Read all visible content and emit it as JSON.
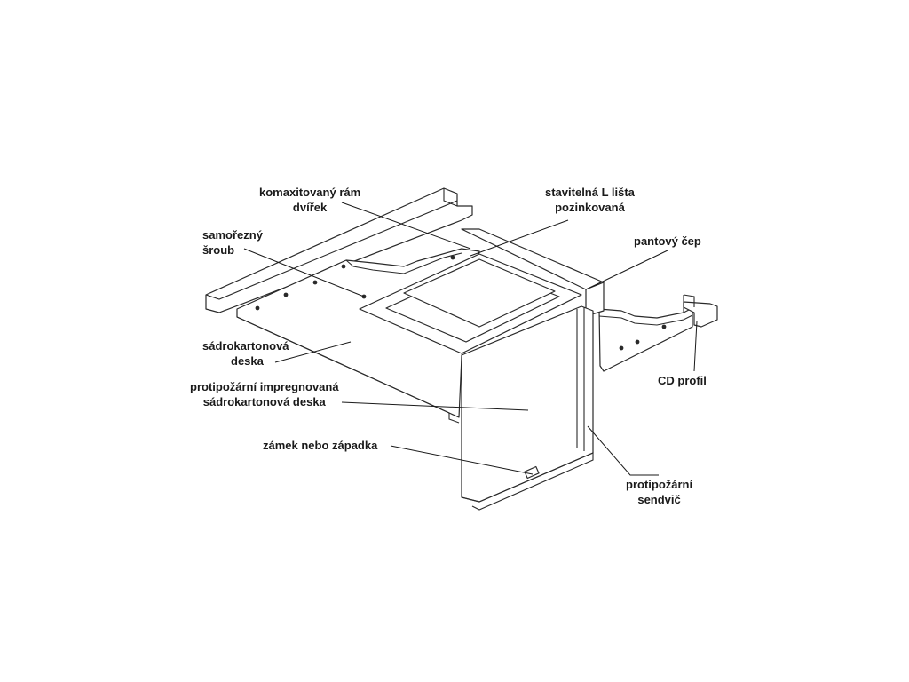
{
  "labels": {
    "frame": {
      "line1": "komaxitovaný rám",
      "line2": "dvířek"
    },
    "screw": {
      "line1": "samořezný",
      "line2": "šroub"
    },
    "l_strip": {
      "line1": "stavitelná L lišta",
      "line2": "pozinkovaná"
    },
    "hinge_pin": {
      "line1": "pantový čep"
    },
    "plasterboard": {
      "line1": "sádrokartonová",
      "line2": "deska"
    },
    "fire_board": {
      "line1": "protipožární impregnovaná",
      "line2": "sádrokartonová deska"
    },
    "cd_profile": {
      "line1": "CD profil"
    },
    "lock": {
      "line1": "zámek nebo západka"
    },
    "fire_sandwich": {
      "line1": "protipožární",
      "line2": "sendvič"
    }
  },
  "colors": {
    "line": "#2a2a2a",
    "text": "#1a1a1a",
    "background": "#ffffff"
  }
}
